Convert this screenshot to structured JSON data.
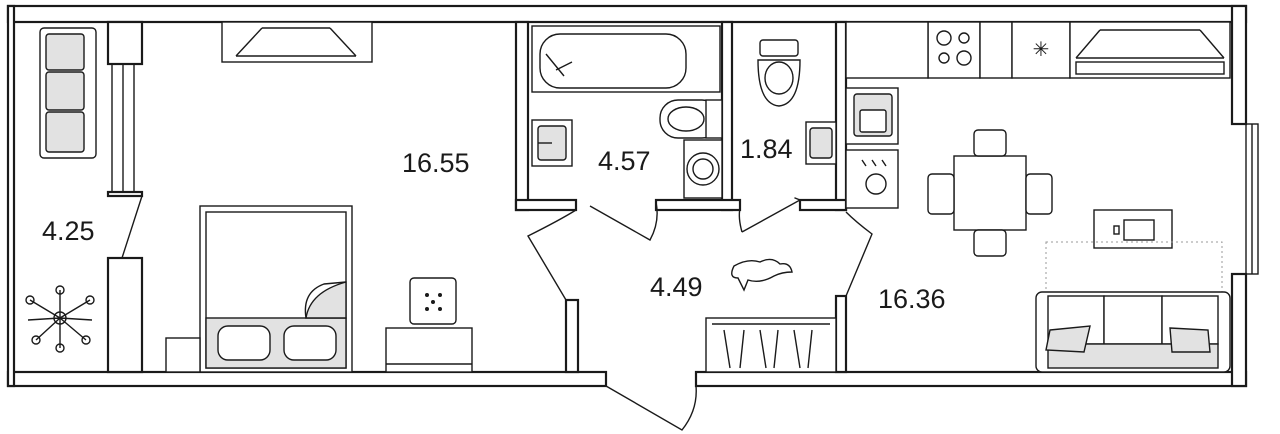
{
  "plan": {
    "rooms": [
      {
        "id": "balcony",
        "area": "4.25"
      },
      {
        "id": "bedroom",
        "area": "16.55"
      },
      {
        "id": "bathroom",
        "area": "4.57"
      },
      {
        "id": "toilet",
        "area": "1.84"
      },
      {
        "id": "hallway",
        "area": "4.49"
      },
      {
        "id": "kitchen-living",
        "area": "16.36"
      }
    ]
  },
  "colors": {
    "wall": "#1a1a1a",
    "fill_grey": "#e2e2e2",
    "background": "#ffffff"
  }
}
